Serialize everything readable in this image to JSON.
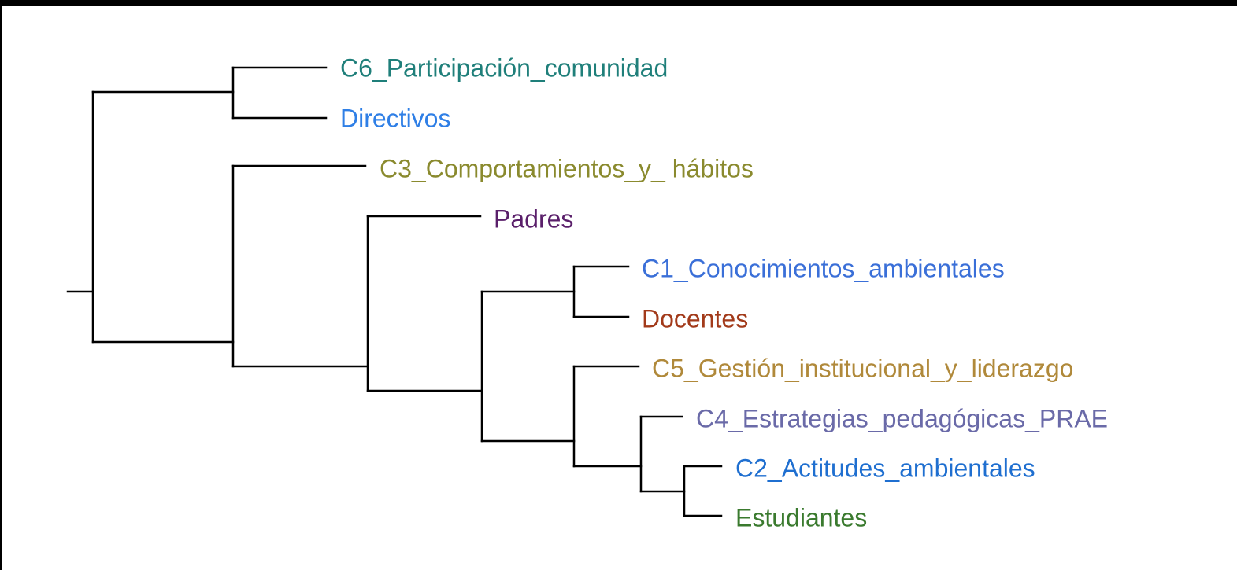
{
  "dendrogram": {
    "leaves": [
      {
        "id": "c6",
        "label": "C6_Participación_comunidad",
        "color": "#1f7f7a"
      },
      {
        "id": "directivos",
        "label": "Directivos",
        "color": "#2f7fe6"
      },
      {
        "id": "c3",
        "label": "C3_Comportamientos_y_ hábitos",
        "color": "#8a8a2e"
      },
      {
        "id": "padres",
        "label": "Padres",
        "color": "#5a1f6a"
      },
      {
        "id": "c1",
        "label": "C1_Conocimientos_ambientales",
        "color": "#3a6fd8"
      },
      {
        "id": "docentes",
        "label": "Docentes",
        "color": "#a23a1a"
      },
      {
        "id": "c5",
        "label": "C5_Gestión_institucional_y_liderazgo",
        "color": "#b0893a"
      },
      {
        "id": "c4",
        "label": "C4_Estrategias_pedagógicas_PRAE",
        "color": "#6a6aa8"
      },
      {
        "id": "c2",
        "label": "C2_Actitudes_ambientales",
        "color": "#1f6fd0"
      },
      {
        "id": "estudiantes",
        "label": "Estudiantes",
        "color": "#3a7a2e"
      }
    ],
    "line_color": "#000000"
  }
}
